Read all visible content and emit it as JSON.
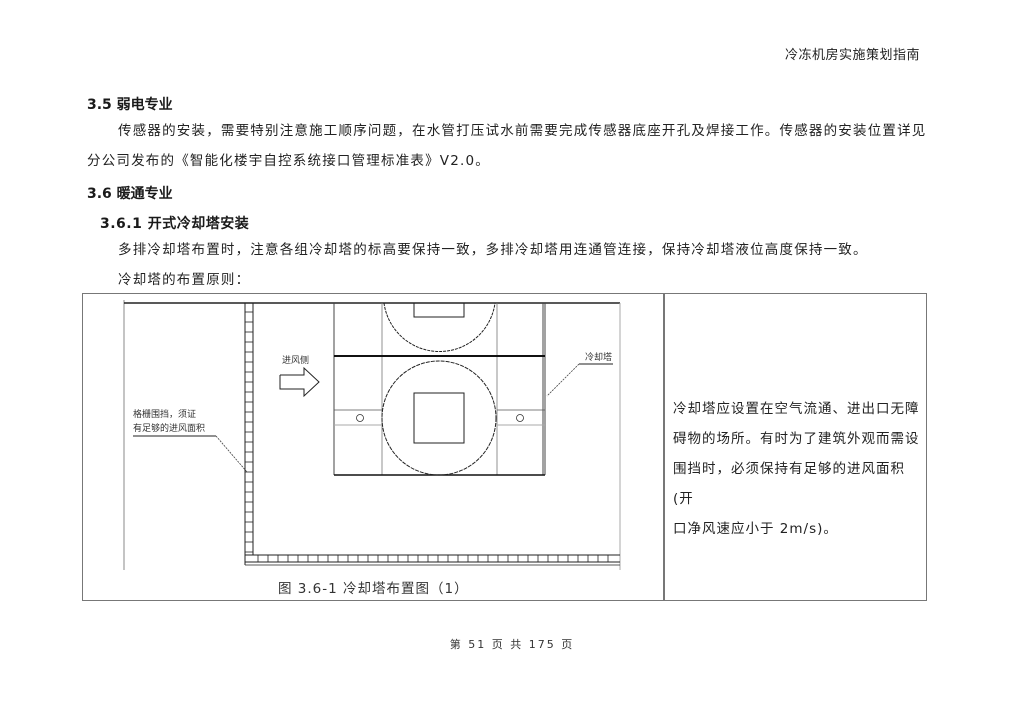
{
  "header": {
    "title": "冷冻机房实施策划指南"
  },
  "sections": [
    {
      "heading": "3.5 弱电专业",
      "paragraphs": [
        "传感器的安装，需要特别注意施工顺序问题，在水管打压试水前需要完成传感器底座开孔及焊接工作。传感器的安装位置详见",
        "分公司发布的《智能化楼宇自控系统接口管理标准表》V2.0。"
      ]
    },
    {
      "heading": "3.6 暖通专业",
      "subsections": [
        {
          "heading": "3.6.1 开式冷却塔安装",
          "paragraphs": [
            "多排冷却塔布置时，注意各组冷却塔的标高要保持一致，多排冷却塔用连通管连接，保持冷却塔液位高度保持一致。",
            "冷却塔的布置原则："
          ]
        }
      ]
    }
  ],
  "figure_table": {
    "figure": {
      "caption": "图 3.6-1 冷却塔布置图（1）",
      "labels": {
        "grille_line1": "格栅围挡，须证",
        "grille_line2": "有足够的进风面积",
        "inlet_side": "进风侧",
        "cooling_tower": "冷却塔"
      }
    },
    "description_lines": [
      "冷却塔应设置在空气流通、进出口无障",
      "碍物的场所。有时为了建筑外观而需设",
      "围挡时，必须保持有足够的进风面积(开",
      "口净风速应小于 2m/s)。"
    ]
  },
  "footer": {
    "page_text": "第 51 页 共 175 页",
    "current_page": 51,
    "total_pages": 175
  }
}
